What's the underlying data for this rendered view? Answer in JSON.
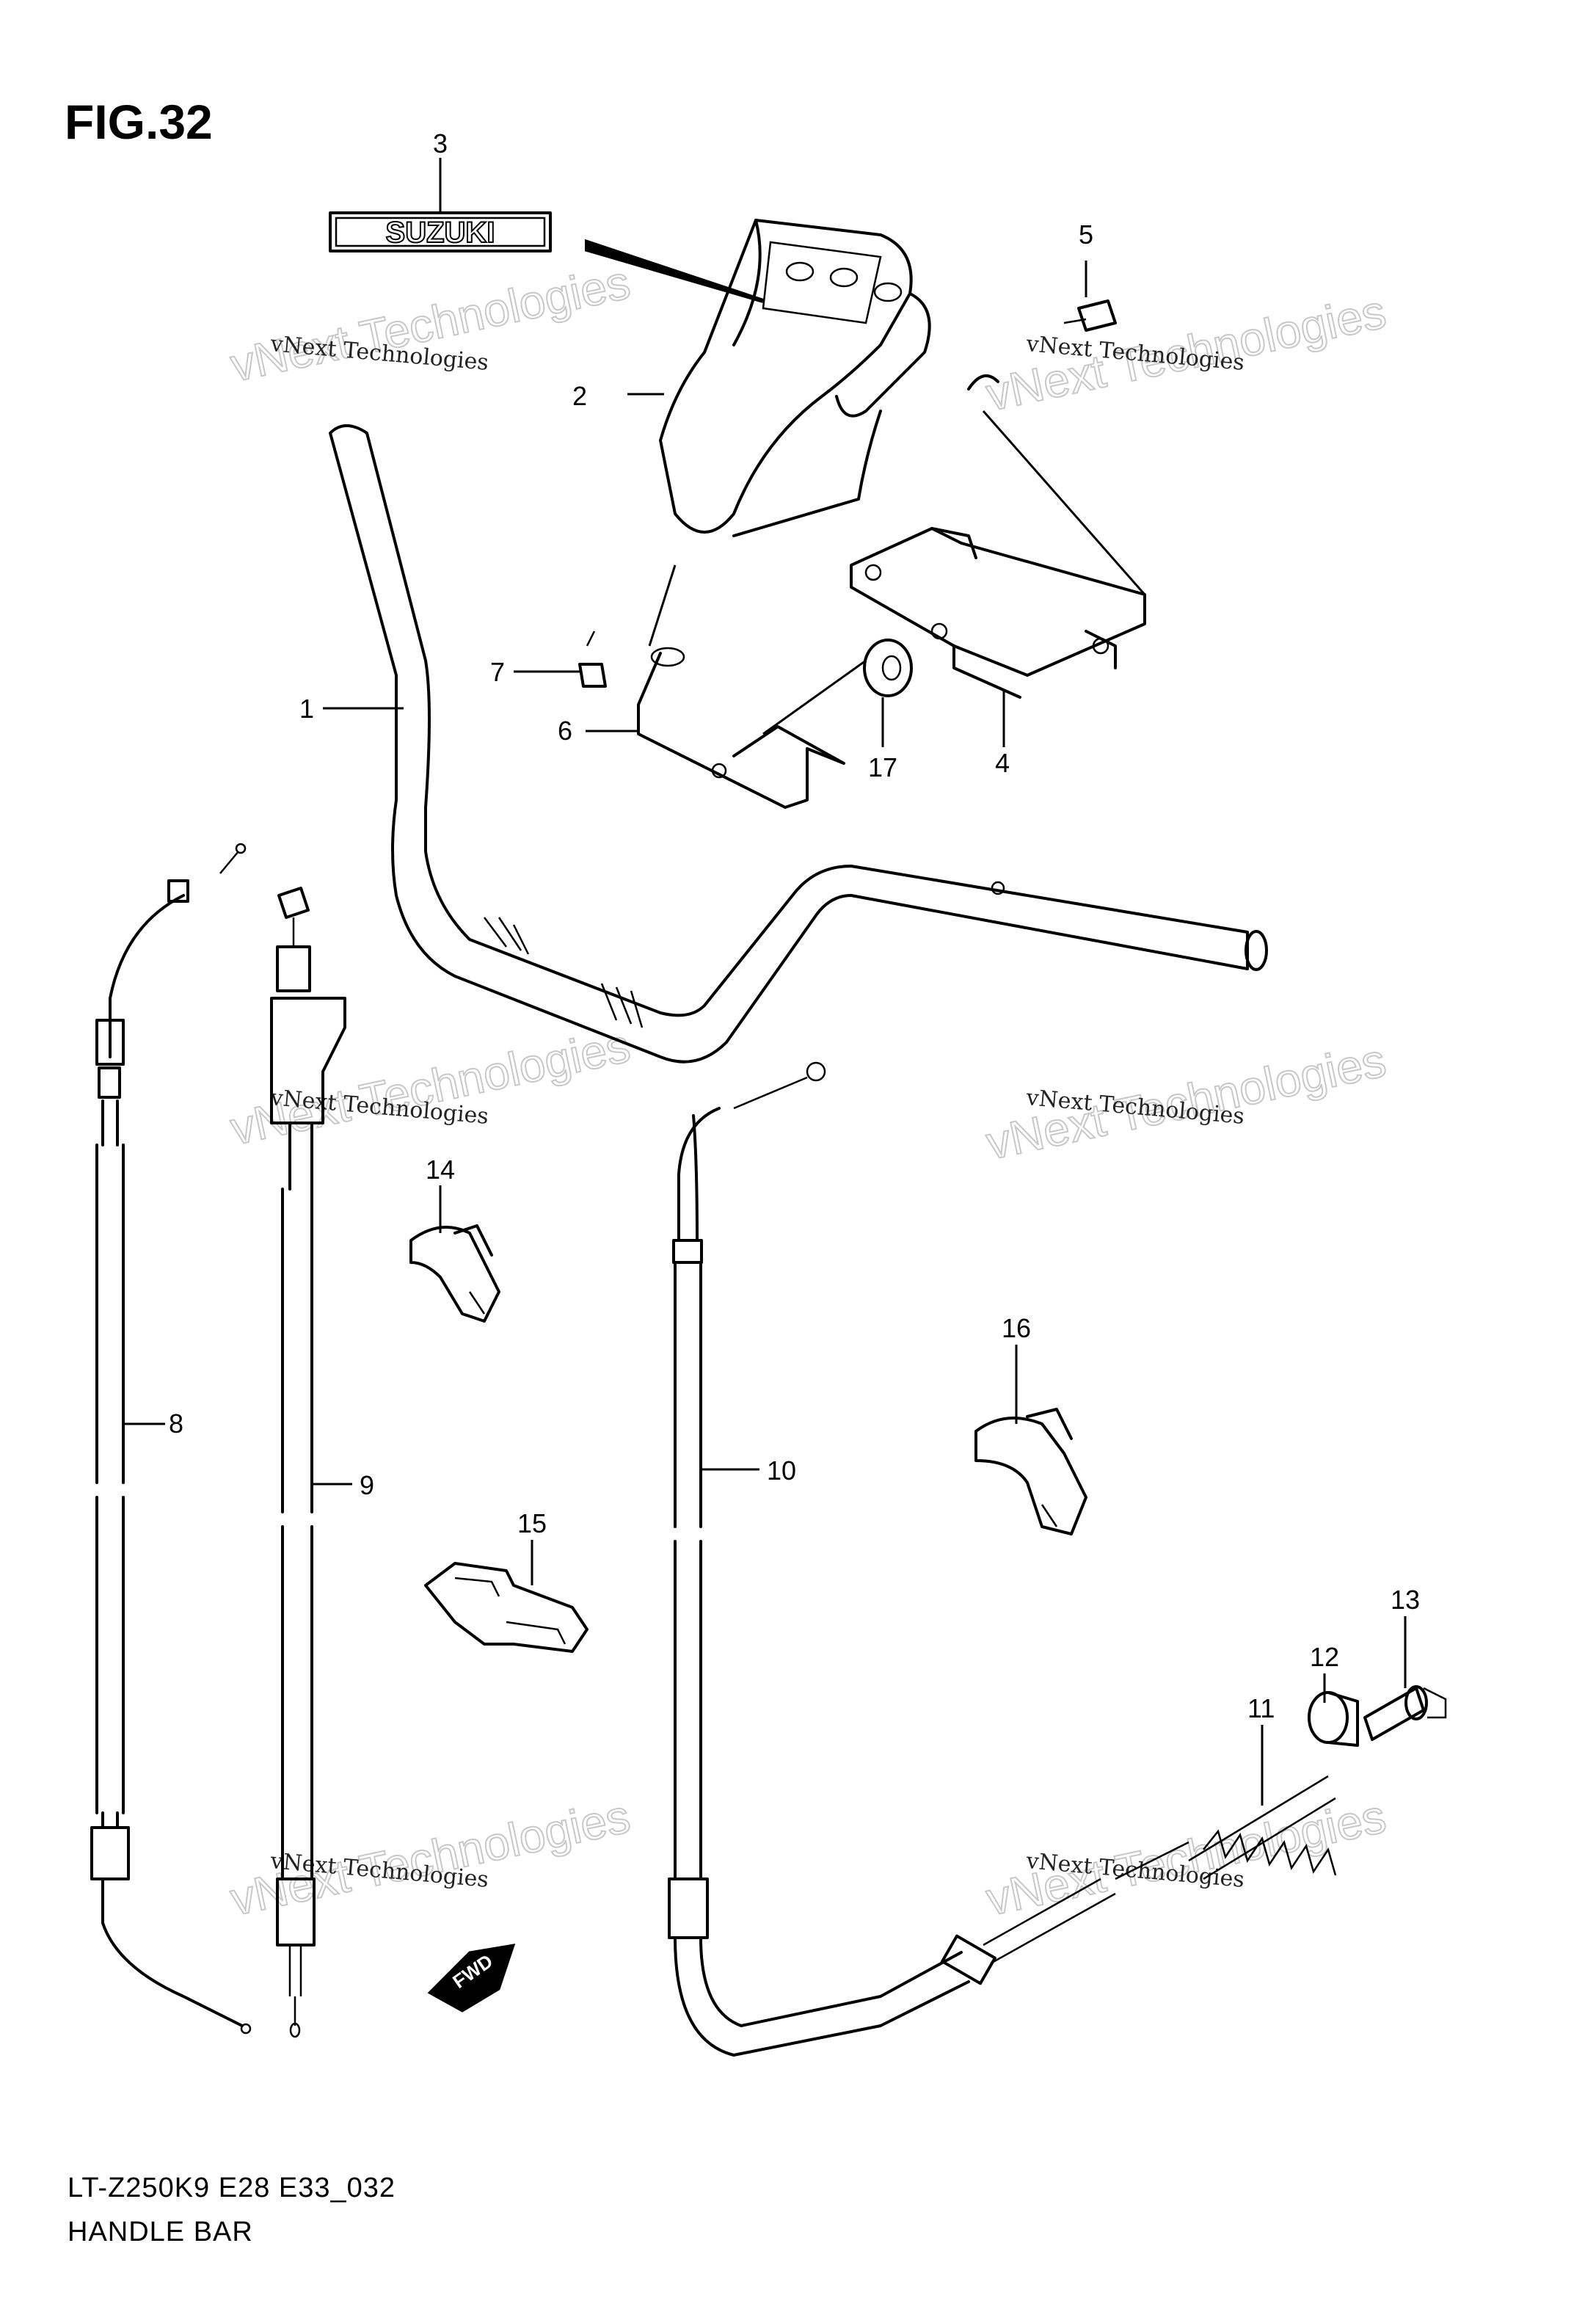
{
  "figure": {
    "title": "FIG.32",
    "model_code": "LT-Z250K9 E28 E33_032",
    "section_name": "HANDLE BAR"
  },
  "emblem_text": "SUZUKI",
  "fwd_label": "FWD",
  "watermark": {
    "small_text": "vNext Technologies",
    "big_text": "vNext Technologies"
  },
  "callouts": [
    "1",
    "2",
    "3",
    "4",
    "5",
    "6",
    "7",
    "8",
    "9",
    "10",
    "11",
    "12",
    "13",
    "14",
    "15",
    "16",
    "17"
  ]
}
